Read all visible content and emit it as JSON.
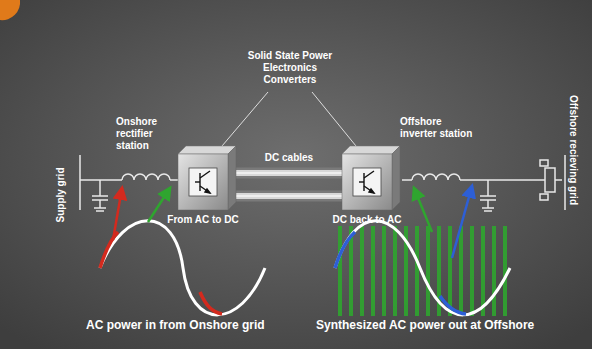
{
  "diagram": {
    "title": "Solid State Power Electronics Converters",
    "nodes": [
      {
        "text": [
          "Onshore rectifier station",
          "From AC to DC"
        ]
      },
      {
        "text": [
          "Offshore inverter station",
          "DC back to AC"
        ]
      }
    ],
    "edges": [
      {
        "from": 0,
        "to": 1,
        "label": "DC cables",
        "arrow": "none"
      }
    ],
    "labels": [
      "Supply grid",
      "Offshore recieving grid",
      "AC power in from Onshore grid",
      "Synthesized AC power out at Offshore"
    ]
  }
}
